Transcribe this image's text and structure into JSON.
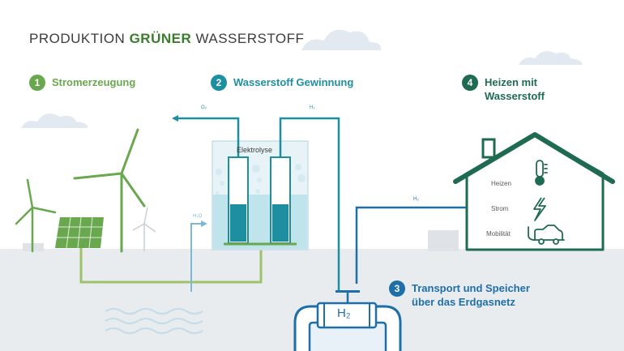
{
  "title": {
    "prefix": "PRODUKTION ",
    "bold": "GRÜNER",
    "suffix": " WASSERSTOFF"
  },
  "steps": [
    {
      "num": "1",
      "label": "Stromerzeugung",
      "color": "#6aa84f"
    },
    {
      "num": "2",
      "label": "Wasserstoff Gewinnung",
      "color": "#1e8fa0"
    },
    {
      "num": "3",
      "label": "Transport und Speicher über das Erdgasnetz",
      "color": "#1e6fa8"
    },
    {
      "num": "4",
      "label": "Heizen mit Wasserstoff",
      "color": "#1f6b52"
    }
  ],
  "electrolysis_label": "Elektrolyse",
  "gas_labels": {
    "oxygen": "O₂",
    "hydrogen_top": "H₂",
    "water": "H₂O",
    "hydrogen_house": "H₂"
  },
  "pipe_label": "H₂",
  "house": {
    "heating": "Heizen",
    "power": "Strom",
    "mobility": "Mobilität"
  },
  "colors": {
    "green": "#6aa84f",
    "teal": "#1e8fa0",
    "blue": "#1e6fa8",
    "dark_green": "#1f6b52",
    "ground": "#e9ecef"
  }
}
